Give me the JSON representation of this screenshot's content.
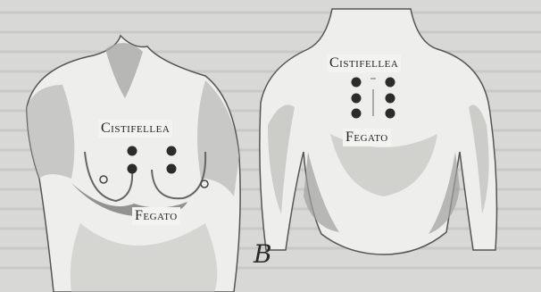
{
  "figure": {
    "letter": "B",
    "left_figure": {
      "label_top": "Cistifellea",
      "label_bottom": "Fegato"
    },
    "right_figure": {
      "label_top": "Cistifellea",
      "label_bottom": "Fegato"
    }
  },
  "colors": {
    "background": "#d8d8d6",
    "skin": "#eeeeec",
    "shade": "#9a9a98",
    "ink": "#2c2c2c"
  }
}
